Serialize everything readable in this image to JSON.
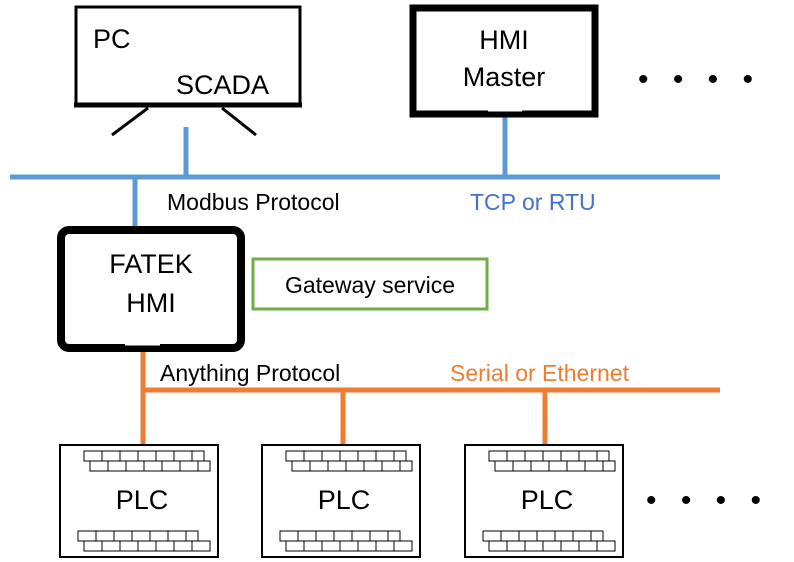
{
  "nodes": {
    "pc": {
      "line1": "PC",
      "line2": "SCADA"
    },
    "hmi_master": {
      "line1": "HMI",
      "line2": "Master"
    },
    "fatek_hmi": {
      "line1": "FATEK",
      "line2": "HMI"
    },
    "plcs": [
      {
        "label": "PLC"
      },
      {
        "label": "PLC"
      },
      {
        "label": "PLC"
      }
    ],
    "more_top": "• • • •",
    "more_bottom": "• • • •"
  },
  "labels": {
    "modbus": "Modbus Protocol",
    "tcp_rtu": "TCP or RTU",
    "gateway": "Gateway service",
    "anything": "Anything Protocol",
    "serial_eth": "Serial or Ethernet"
  },
  "colors": {
    "blue_bus": "#5b9bd5",
    "orange_bus": "#ed7d31",
    "gateway_border": "#70ad47",
    "blue_text": "#4472c4",
    "orange_text": "#ed7d31",
    "frame": "#000000"
  }
}
